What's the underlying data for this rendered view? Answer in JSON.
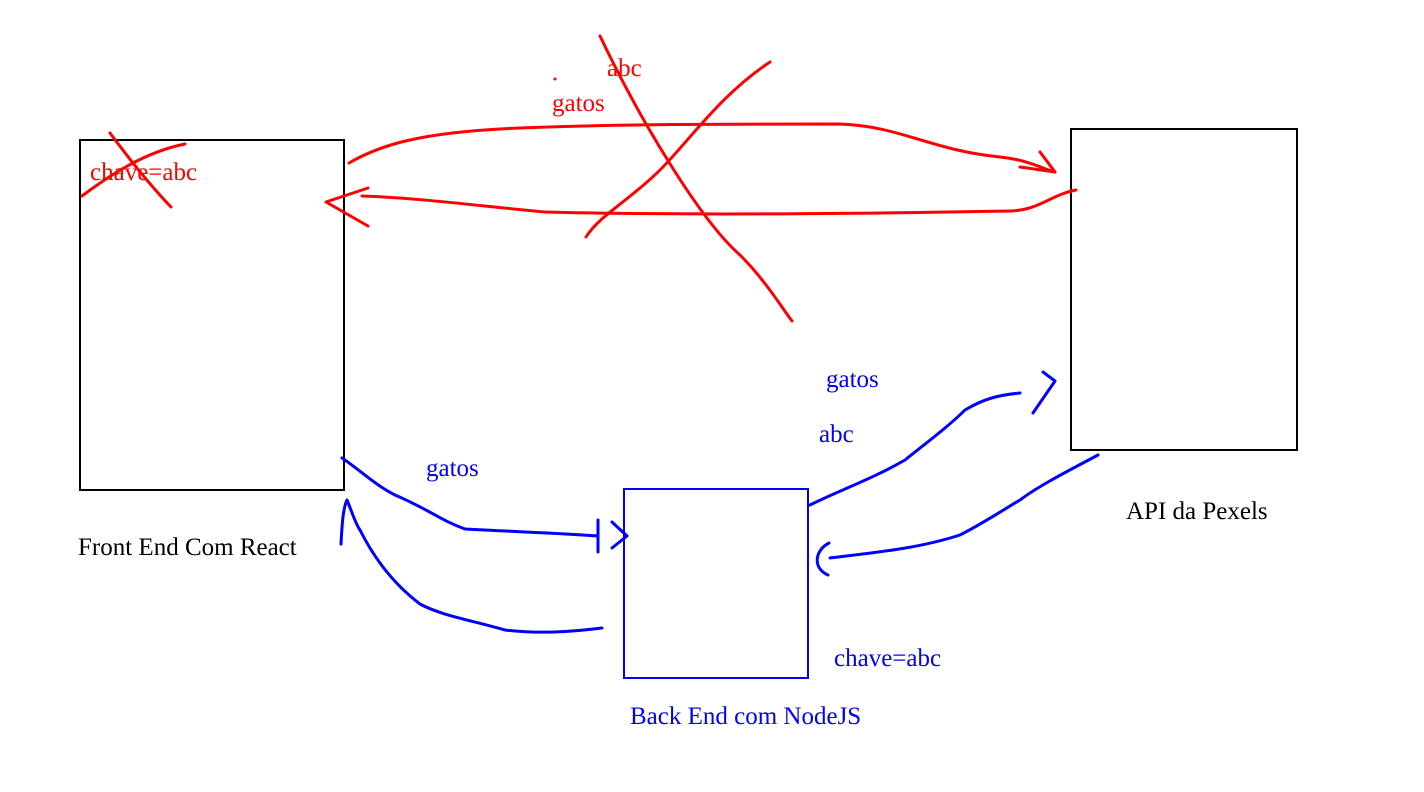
{
  "colors": {
    "ink": "#000000",
    "red": "#ff0000",
    "blue": "#0000ff",
    "background": "#ffffff"
  },
  "boxes": {
    "front_end": {
      "label": "Front End Com React",
      "crossed_text": "chave=abc"
    },
    "api": {
      "label": "API da Pexels"
    },
    "back_end": {
      "label": "Back End com NodeJS",
      "note": "chave=abc"
    }
  },
  "red_flow": {
    "query": "gatos",
    "key": "abc"
  },
  "blue_flow": {
    "front_to_back_query": "gatos",
    "back_to_api_query": "gatos",
    "back_to_api_key": "abc"
  }
}
